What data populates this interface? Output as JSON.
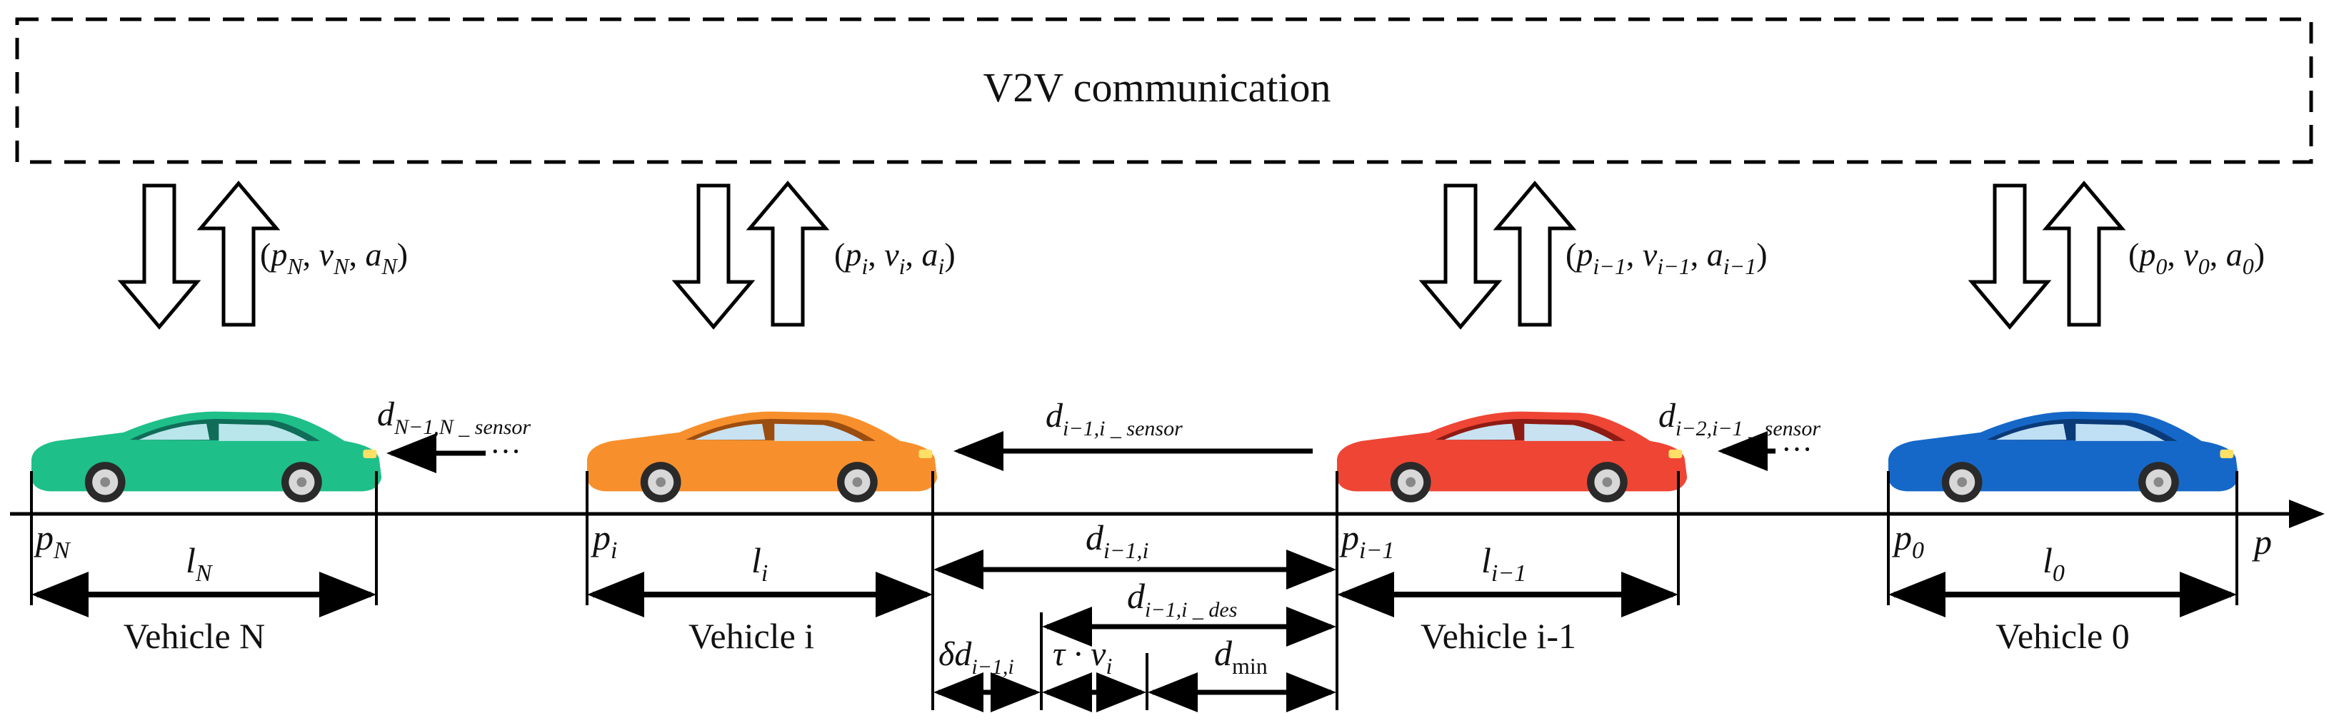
{
  "v2v": {
    "label": "V2V communication"
  },
  "colors": {
    "green_car": "#1fbf8a",
    "orange_car": "#f7902c",
    "red_car": "#ef4535",
    "blue_car": "#1668c8"
  },
  "vehicles": [
    {
      "id": "N",
      "name": "Vehicle N",
      "state": {
        "p": "N",
        "v": "N",
        "a": "N"
      },
      "pos": {
        "base": "p",
        "sub": "N"
      },
      "len": {
        "base": "l",
        "sub": "N"
      }
    },
    {
      "id": "i",
      "name": "Vehicle i",
      "state": {
        "p": "i",
        "v": "i",
        "a": "i"
      },
      "pos": {
        "base": "p",
        "sub": "i"
      },
      "len": {
        "base": "l",
        "sub": "i"
      }
    },
    {
      "id": "i-1",
      "name": "Vehicle i-1",
      "state": {
        "p": "i−1",
        "v": "i−1",
        "a": "i−1"
      },
      "pos": {
        "base": "p",
        "sub": "i−1"
      },
      "len": {
        "base": "l",
        "sub": "i−1"
      }
    },
    {
      "id": "0",
      "name": "Vehicle 0",
      "state": {
        "p": "0",
        "v": "0",
        "a": "0"
      },
      "pos": {
        "base": "p",
        "sub": "0"
      },
      "len": {
        "base": "l",
        "sub": "0"
      }
    }
  ],
  "sensors": {
    "dN": {
      "base": "d",
      "sub": "N−1,N _ sensor"
    },
    "di": {
      "base": "d",
      "sub": "i−1,i _ sensor"
    },
    "di1": {
      "base": "d",
      "sub": "i−2,i−1 _ sensor"
    },
    "dots": "···"
  },
  "axis": {
    "label": "p"
  },
  "distances": {
    "gap": {
      "base": "d",
      "sub": "i−1,i"
    },
    "des": {
      "base": "d",
      "sub": "i−1,i _ des"
    },
    "delta": {
      "base": "δd",
      "sub": "i−1,i"
    },
    "tau": {
      "pre": "τ · v",
      "sub": "i"
    },
    "dmin": {
      "base": "d",
      "sub": "min"
    }
  }
}
